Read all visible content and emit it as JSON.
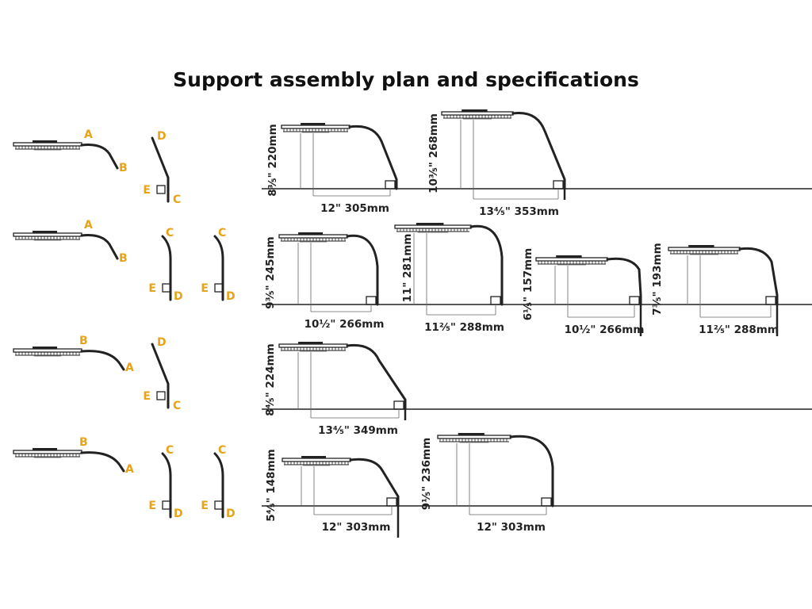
{
  "title": "Support assembly plan and specifications",
  "colors": {
    "label": "#E8A317",
    "line": "#222222",
    "ink": "#111111"
  },
  "rows": [
    {
      "parts": {
        "lamp": {
          "near": "A",
          "far": "B",
          "flip": false
        },
        "brackets": [
          {
            "top": "D",
            "mid": "E",
            "bottom": "C",
            "type": "slant"
          }
        ]
      },
      "configs": [
        {
          "height": "8⅗\" 220mm",
          "reach": "12\" 305mm",
          "pole": "bent"
        },
        {
          "height": "10⅗\" 268mm",
          "reach": "13⅘\" 353mm",
          "pole": "bent"
        }
      ]
    },
    {
      "parts": {
        "lamp": {
          "near": "A",
          "far": "B",
          "flip": false
        },
        "brackets": [
          {
            "top": "C",
            "mid": "E",
            "bottom": "D",
            "type": "curved"
          },
          {
            "top": "C",
            "mid": "E",
            "bottom": "D",
            "type": "curved"
          }
        ]
      },
      "configs": [
        {
          "height": "9⅗\" 245mm",
          "reach": "10½\" 266mm",
          "pole": "straight"
        },
        {
          "height": "11\" 281mm",
          "reach": "11⅖\" 288mm",
          "pole": "straight"
        },
        {
          "height": "6⅕\" 157mm",
          "reach": "10½\" 266mm",
          "pole": "bent"
        },
        {
          "height": "7⅗\" 193mm",
          "reach": "11⅖\" 288mm",
          "pole": "bent"
        }
      ]
    },
    {
      "parts": {
        "lamp": {
          "near": "B",
          "far": "A",
          "flip": true
        },
        "brackets": [
          {
            "top": "D",
            "mid": "E",
            "bottom": "C",
            "type": "slant"
          }
        ]
      },
      "configs": [
        {
          "height": "8⅘\" 224mm",
          "reach": "13⅘\" 349mm",
          "pole": "bent"
        }
      ]
    },
    {
      "parts": {
        "lamp": {
          "near": "B",
          "far": "A",
          "flip": true
        },
        "brackets": [
          {
            "top": "C",
            "mid": "E",
            "bottom": "D",
            "type": "curved"
          },
          {
            "top": "C",
            "mid": "E",
            "bottom": "D",
            "type": "curved"
          }
        ]
      },
      "configs": [
        {
          "height": "5⅘\" 148mm",
          "reach": "12\" 303mm",
          "pole": "bent"
        },
        {
          "height": "9⅕\" 236mm",
          "reach": "12\" 303mm",
          "pole": "straight"
        }
      ]
    }
  ]
}
